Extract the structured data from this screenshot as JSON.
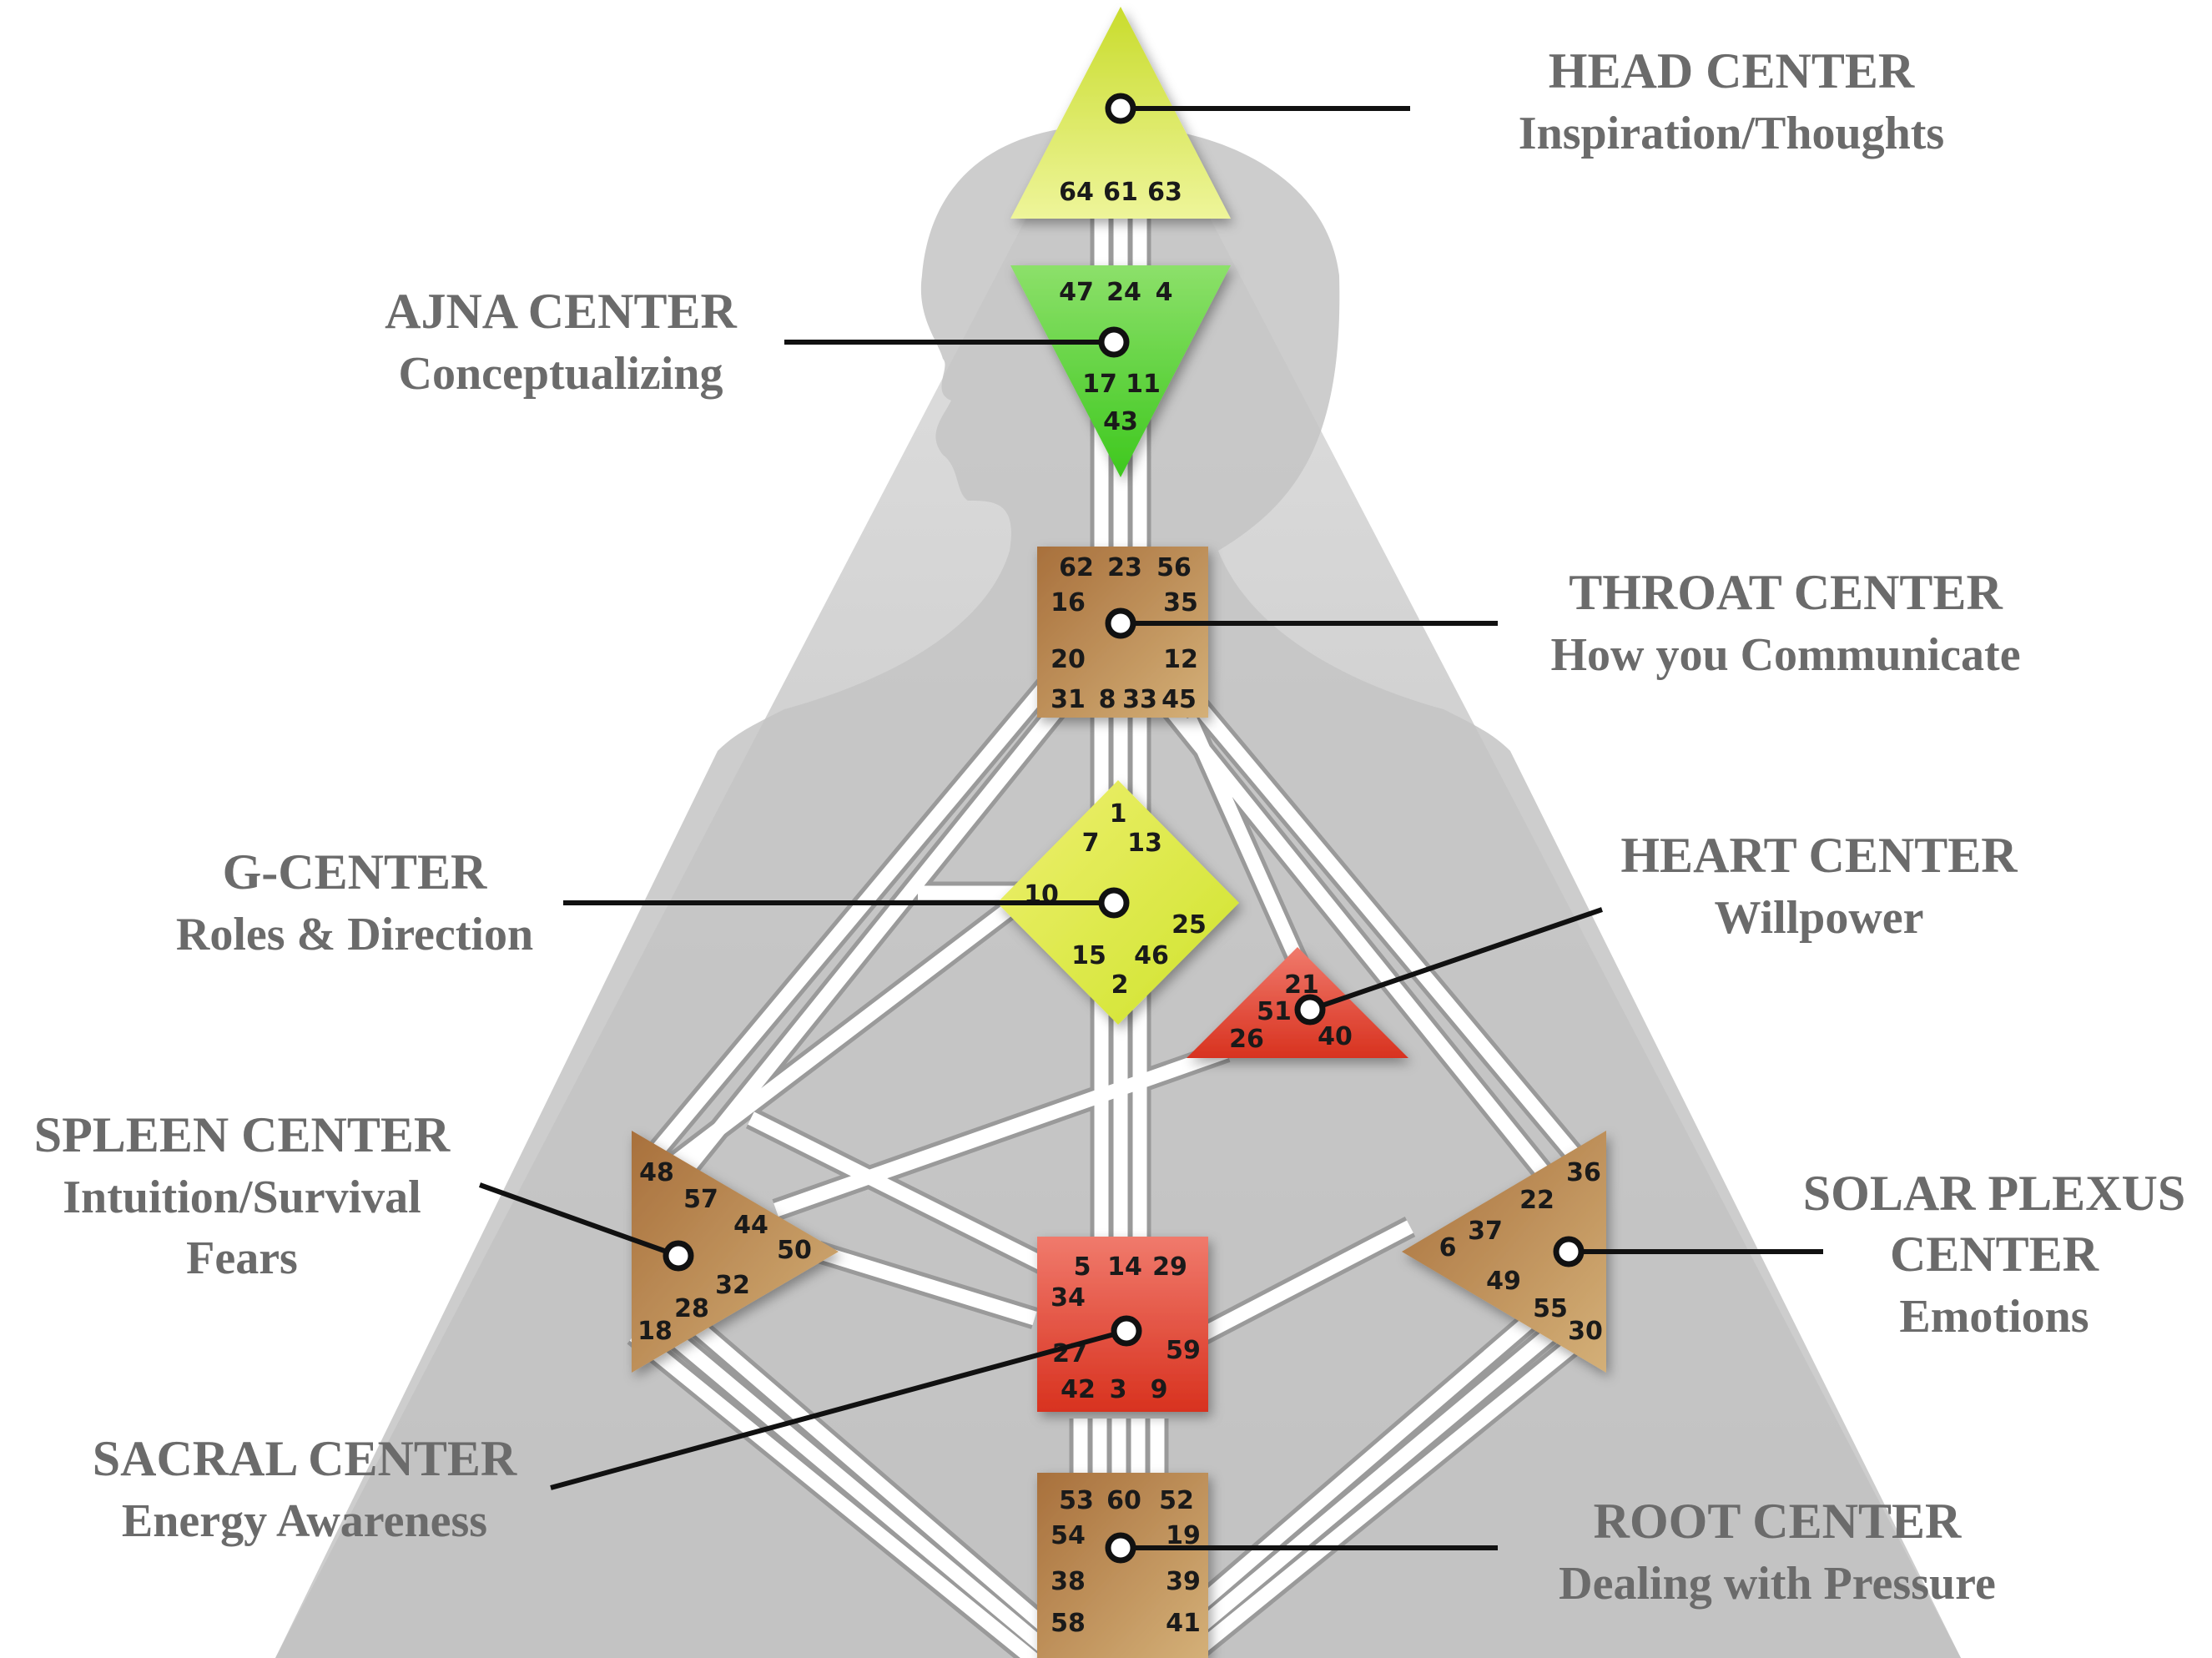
{
  "centers": [
    {
      "id": "head",
      "title": "HEAD CENTER",
      "subtitle": "Inspiration/Thoughts",
      "color": "#d8e83a",
      "gates": [
        "64",
        "61",
        "63"
      ]
    },
    {
      "id": "ajna",
      "title": "AJNA CENTER",
      "subtitle": "Conceptualizing",
      "color": "#57d23a",
      "gates": [
        "47",
        "24",
        "4",
        "17",
        "11",
        "43"
      ]
    },
    {
      "id": "throat",
      "title": "THROAT CENTER",
      "subtitle": "How you Communicate",
      "color": "#b47f47",
      "gates": [
        "62",
        "23",
        "56",
        "16",
        "35",
        "20",
        "12",
        "31",
        "8",
        "33",
        "45"
      ]
    },
    {
      "id": "g",
      "title": "G-CENTER",
      "subtitle": "Roles & Direction",
      "color": "#dfe93c",
      "gates": [
        "1",
        "7",
        "13",
        "10",
        "25",
        "15",
        "46",
        "2"
      ]
    },
    {
      "id": "heart",
      "title": "HEART CENTER",
      "subtitle": "Willpower",
      "color": "#d84b37",
      "gates": [
        "21",
        "51",
        "26",
        "40"
      ]
    },
    {
      "id": "spleen",
      "title": "SPLEEN CENTER",
      "subtitle": "Intuition/Survival",
      "subtitle2": "Fears",
      "color": "#b47f47",
      "gates": [
        "48",
        "57",
        "44",
        "50",
        "32",
        "28",
        "18"
      ]
    },
    {
      "id": "solar",
      "title": "SOLAR PLEXUS",
      "title2": "CENTER",
      "subtitle": "Emotions",
      "color": "#b47f47",
      "gates": [
        "36",
        "22",
        "37",
        "6",
        "49",
        "55",
        "30"
      ]
    },
    {
      "id": "sacral",
      "title": "SACRAL CENTER",
      "subtitle": "Energy Awareness",
      "color": "#e0453a",
      "gates": [
        "5",
        "14",
        "29",
        "34",
        "27",
        "59",
        "42",
        "3",
        "9"
      ]
    },
    {
      "id": "root",
      "title": "ROOT CENTER",
      "subtitle": "Dealing with Pressure",
      "color": "#b47f47",
      "gates": [
        "53",
        "60",
        "52",
        "54",
        "19",
        "38",
        "39",
        "58",
        "41"
      ]
    }
  ]
}
